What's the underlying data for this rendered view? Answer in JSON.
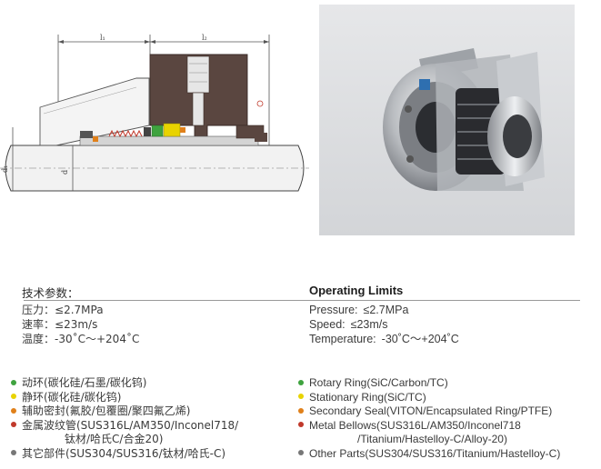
{
  "drawing": {
    "dim_l1": "l₁",
    "dim_l2": "l₂",
    "dim_d1": "d₁",
    "dim_d": "d"
  },
  "colors": {
    "housing": "#5a4640",
    "shaft": "#e8e8e8",
    "rotary_green": "#3fa33f",
    "stationary_yellow": "#e8d300",
    "secondary_orange": "#e0801a",
    "bellows_red": "#c0392b",
    "other_gray": "#777777"
  },
  "spec_cn": {
    "heading": "技术参数：",
    "rows": [
      {
        "label": "压力：",
        "value": "≤2.7MPa"
      },
      {
        "label": "速率：",
        "value": "≤23m/s"
      },
      {
        "label": "温度：",
        "value": "-30˚C～+204˚C"
      }
    ]
  },
  "spec_en": {
    "heading": "Operating Limits",
    "rows": [
      {
        "label": "Pressure:",
        "value": "≤2.7MPa"
      },
      {
        "label": "Speed:",
        "value": "≤23m/s"
      },
      {
        "label": "Temperature:",
        "value": "-30˚C～+204˚C"
      }
    ]
  },
  "parts_cn": [
    {
      "color": "#3fa33f",
      "text": "动环(碳化硅/石墨/碳化钨)"
    },
    {
      "color": "#e8d300",
      "text": "静环(碳化硅/碳化钨)"
    },
    {
      "color": "#e0801a",
      "text": "辅助密封(氟胶/包覆圈/聚四氟乙烯)"
    },
    {
      "color": "#c0392b",
      "text": "金属波纹管(SUS316L/AM350/Inconel718/",
      "cont": "钛材/哈氏C/合金20)"
    },
    {
      "color": "#777777",
      "text": "其它部件(SUS304/SUS316/钛材/哈氏-C)"
    }
  ],
  "parts_en": [
    {
      "color": "#3fa33f",
      "text": "Rotary  Ring(SiC/Carbon/TC)"
    },
    {
      "color": "#e8d300",
      "text": "Stationary  Ring(SiC/TC)"
    },
    {
      "color": "#e0801a",
      "text": "Secondary  Seal(VITON/Encapsulated Ring/PTFE)"
    },
    {
      "color": "#c0392b",
      "text": "Metal  Bellows(SUS316L/AM350/Inconel718",
      "cont": "/Titanium/Hastelloy-C/Alloy-20)"
    },
    {
      "color": "#777777",
      "text": "Other  Parts(SUS304/SUS316/Titanium/Hastelloy-C)"
    }
  ]
}
